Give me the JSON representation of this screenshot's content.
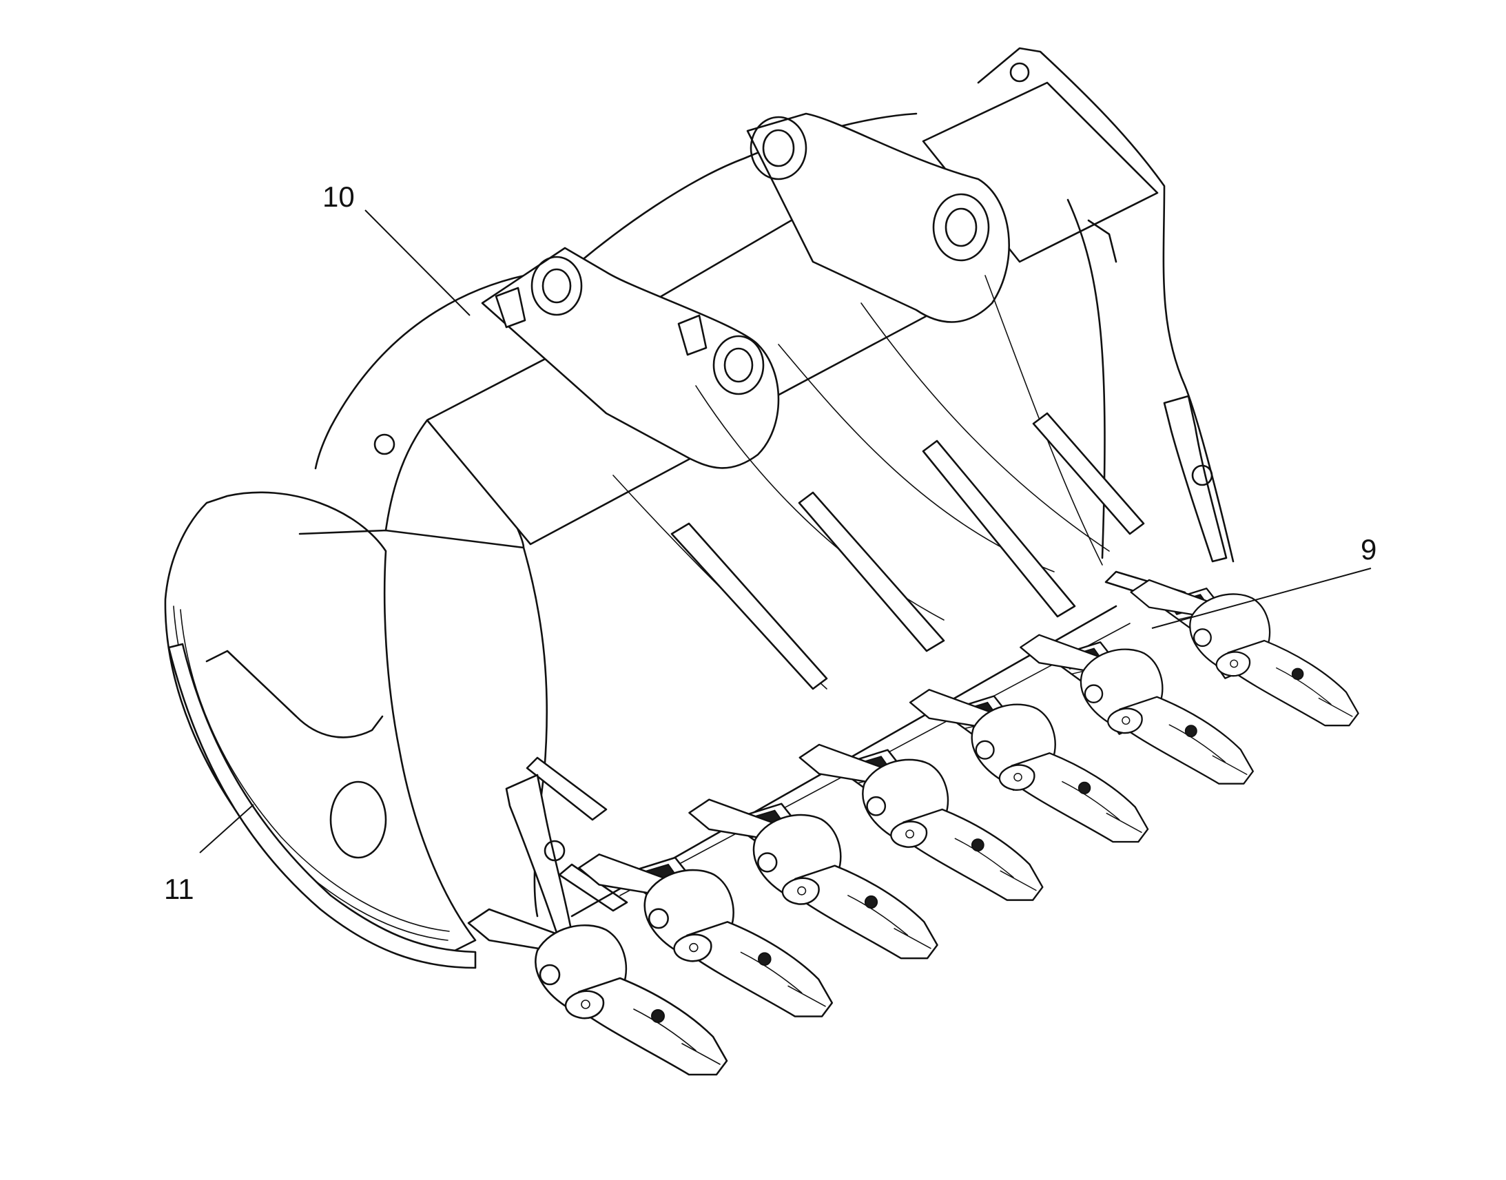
{
  "callouts": {
    "c10": "10",
    "c9": "9",
    "c11": "11"
  },
  "teeth_count": 7,
  "colors": {
    "line": "#111111",
    "background": "#ffffff"
  }
}
